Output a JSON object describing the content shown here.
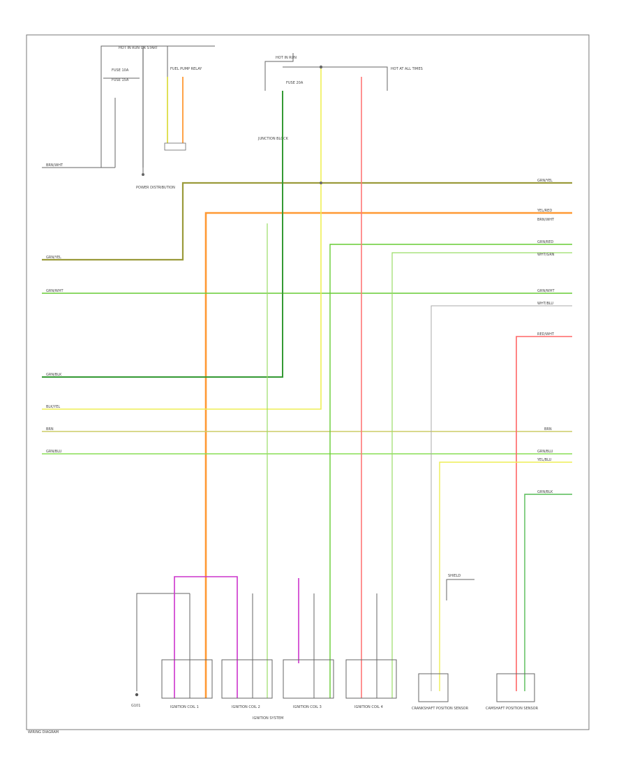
{
  "diagram": {
    "main_label": "IGNITION SYSTEM",
    "corner_label": "WIRING DIAGRAM",
    "top_labels": {
      "fuse_block_left": "HOT IN RUN OR START",
      "fuse_left_a": "FUSE 10A",
      "fuse_left_b": "FUSE 15A",
      "fuse_right": "FUSE 20A",
      "hot_at_all_times": "HOT AT ALL TIMES",
      "bus_label": "HOT IN RUN",
      "relay_label": "FUEL PUMP RELAY",
      "connector_left": "POWER DISTRIBUTION",
      "connector_right": "JUNCTION BLOCK"
    },
    "left_wires": [
      {
        "label": "BRN/WHT",
        "color": "#888888"
      },
      {
        "label": "GRN/YEL",
        "color": "#9a9a3a"
      },
      {
        "label": "GRN/WHT",
        "color": "#66cc33"
      },
      {
        "label": "GRN/BLK",
        "color": "#339933"
      },
      {
        "label": "BLK/YEL",
        "color": "#eeee55"
      },
      {
        "label": "BRN",
        "color": "#cccc66"
      },
      {
        "label": "GRN/BLU",
        "color": "#88dd55"
      }
    ],
    "right_wires": [
      {
        "label": "GRN/YEL",
        "color": "#9a9a3a"
      },
      {
        "label": "YEL/RED",
        "color": "#ff9933"
      },
      {
        "label": "BRN/WHT",
        "color": "#888888"
      },
      {
        "label": "GRN/RED",
        "color": "#66cc33"
      },
      {
        "label": "WHT/GRN",
        "color": "#aaaaaa"
      },
      {
        "label": "GRN/WHT",
        "color": "#66cc33"
      },
      {
        "label": "WHT/BLU",
        "color": "#aaaaaa"
      },
      {
        "label": "RED/WHT",
        "color": "#ff6666"
      },
      {
        "label": "BRN",
        "color": "#cccc66"
      },
      {
        "label": "GRN/BLU",
        "color": "#88dd55"
      },
      {
        "label": "YEL/BLU",
        "color": "#eeee55"
      },
      {
        "label": "GRN/BLK",
        "color": "#55bb55"
      }
    ],
    "components": [
      {
        "label": "IGNITION COIL 1"
      },
      {
        "label": "IGNITION COIL 2"
      },
      {
        "label": "IGNITION COIL 3"
      },
      {
        "label": "IGNITION COIL 4"
      },
      {
        "label": "CRANKSHAFT POSITION SENSOR"
      },
      {
        "label": "CAMSHAFT POSITION SENSOR"
      }
    ],
    "ground_label": "G101",
    "shield_label": "SHIELD"
  }
}
